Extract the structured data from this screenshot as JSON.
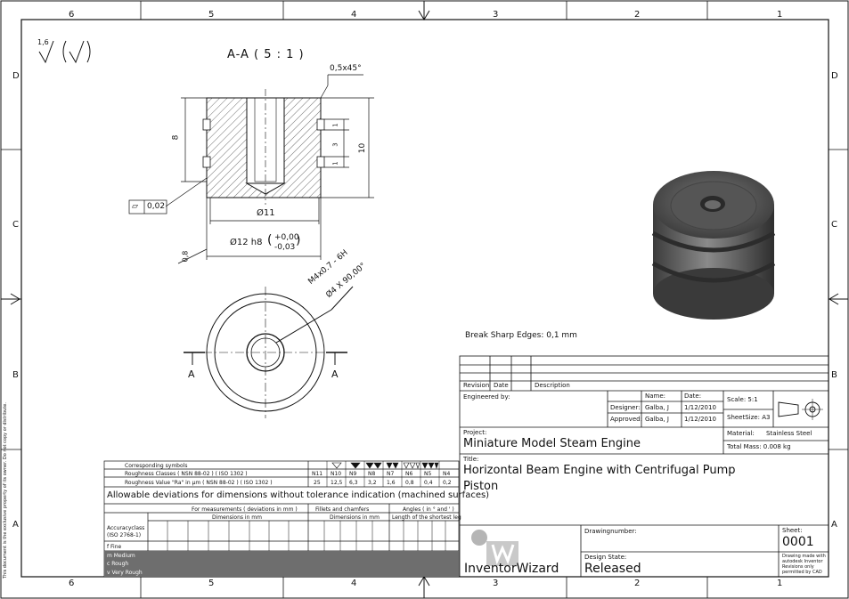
{
  "zones": {
    "top": [
      "6",
      "5",
      "4",
      "3",
      "2",
      "1"
    ],
    "bottom": [
      "6",
      "5",
      "4",
      "3",
      "2",
      "1"
    ],
    "side": [
      "D",
      "C",
      "B",
      "A"
    ]
  },
  "surface_symbol": {
    "value": "1,6",
    "paren": "(√)"
  },
  "section_label": "A-A ( 5 : 1 )",
  "dims": {
    "chamfer": "0,5x45°",
    "d11": "Ø11",
    "d12": "Ø12 h8",
    "tol_up": "+0,00",
    "tol_dn": "-0,03",
    "h8": "8",
    "h10": "10",
    "g1a": "1",
    "g3": "3",
    "g1b": "1",
    "flat": "0,02",
    "rough": "0,8",
    "thread1": "M4x0.7 - 6H",
    "thread2": "Ø4 X 90,00°",
    "cut_a": "A",
    "cut_b": "A"
  },
  "break_edges": "Break Sharp Edges: 0,1 mm",
  "title_block": {
    "revision": "Revision",
    "date": "Date",
    "description": "Description",
    "engineered_by": "Engineered by:",
    "name_hdr": "Name:",
    "date_hdr": "Date:",
    "designer_lbl": "Designer:",
    "designer": "Galba, J",
    "designer_date": "1/12/2010",
    "approved_lbl": "Approved:",
    "approved": "Galba, J",
    "approved_date": "1/12/2010",
    "scale": "Scale: 5:1",
    "sheetsize": "SheetSize: A3",
    "project_lbl": "Project:",
    "project": "Miniature Model Steam Engine",
    "material_lbl": "Material:",
    "material": "Stainless Steel",
    "mass": "Total Mass: 0.008 kg",
    "title_lbl": "Title:",
    "title1": "Horizontal Beam Engine with Centrifugal Pump",
    "title2": "Piston",
    "drawingnumber": "Drawingnumber:",
    "sheet_lbl": "Sheet:",
    "sheet": "0001",
    "design_state_lbl": "Design State:",
    "design_state": "Released",
    "logo": "InventorWizard",
    "note1": "Drawing made with",
    "note2": "autodesk Inventor",
    "note3": "Revisions only",
    "note4": "permitted by CAD"
  },
  "tol_table": {
    "r1": "Corresponding symbols",
    "r2": "Roughness Classes ( NSN 88-02 ) ( ISO 1302 )",
    "r3": "Roughness Value \"Ra\" in µm ( NSN 88-02 ) ( ISO 1302 )",
    "classes": [
      "N11",
      "N10",
      "N9",
      "N8",
      "N7",
      "N6",
      "N5",
      "N4"
    ],
    "values": [
      "25",
      "12,5",
      "6,3",
      "3,2",
      "1,6",
      "0,8",
      "0,4",
      "0,2"
    ],
    "heading": "Allowable deviations for dimensions without tolerance indication (machined surfaces)",
    "meas": "For measurements ( deviations in mm )",
    "fillets": "Fillets and chamfers",
    "angles": "Angles ( in ° and ' )",
    "dim_mm": "Dimensions in mm",
    "dim_mm2": "Dimensions in mm",
    "shortest": "Length of the shortest leg",
    "accuracy": "Accuracyclass (ISO 2768-1)",
    "rows": [
      "f Fine",
      "m Medium",
      "c Rough",
      "v Very Rough"
    ]
  },
  "left_note": "This document is the exclusive property of its owner. Do not copy or distribute."
}
